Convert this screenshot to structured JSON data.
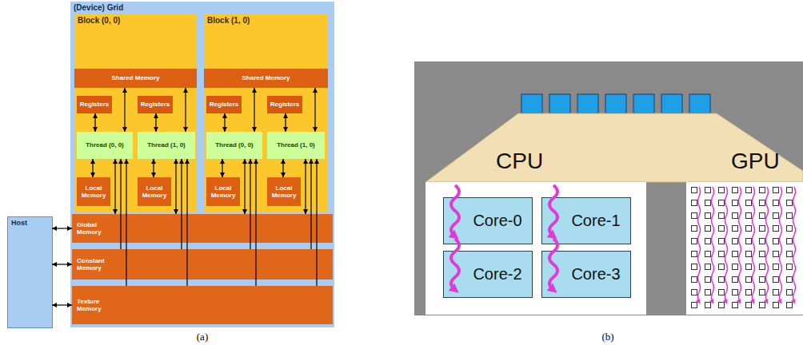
{
  "diagram": {
    "nodes": [
      {
        "text": [
          "(Device) Grid"
        ]
      },
      {
        "text": [
          "Block (0, 0)"
        ],
        "in": 0
      },
      {
        "text": [
          "Shared Memory"
        ],
        "in": 1
      },
      {
        "text": [
          "Registers"
        ],
        "in": 1
      },
      {
        "text": [
          "Registers"
        ],
        "in": 1
      },
      {
        "text": [
          "Thread (0, 0)"
        ],
        "in": 1
      },
      {
        "text": [
          "Thread (1, 0)"
        ],
        "in": 1
      },
      {
        "text": [
          "Local Memory"
        ],
        "in": 1
      },
      {
        "text": [
          "Local Memory"
        ],
        "in": 1
      },
      {
        "text": [
          "Block (1, 0)"
        ],
        "in": 0
      },
      {
        "text": [
          "Shared Memory"
        ],
        "in": 9
      },
      {
        "text": [
          "Registers"
        ],
        "in": 9
      },
      {
        "text": [
          "Registers"
        ],
        "in": 9
      },
      {
        "text": [
          "Thread (0, 0)"
        ],
        "in": 9
      },
      {
        "text": [
          "Thread (1, 0)"
        ],
        "in": 9
      },
      {
        "text": [
          "Local Memory"
        ],
        "in": 9
      },
      {
        "text": [
          "Local Memory"
        ],
        "in": 9
      },
      {
        "text": [
          "Global Memory"
        ],
        "in": 0
      },
      {
        "text": [
          "Constant Memory"
        ],
        "in": 0
      },
      {
        "text": [
          "Texture Memory"
        ],
        "in": 0
      },
      {
        "text": [
          "Host"
        ]
      },
      {
        "text": [
          "CPU"
        ]
      },
      {
        "text": [
          "Core-0"
        ],
        "in": 21
      },
      {
        "text": [
          "Core-1"
        ],
        "in": 21
      },
      {
        "text": [
          "Core-2"
        ],
        "in": 21
      },
      {
        "text": [
          "Core-3"
        ],
        "in": 21
      },
      {
        "text": [
          "GPU"
        ]
      }
    ],
    "edges": [
      {
        "from": 3,
        "to": 5,
        "arrow": "both"
      },
      {
        "from": 2,
        "to": 5,
        "arrow": "both"
      },
      {
        "from": 5,
        "to": 7,
        "arrow": "both"
      },
      {
        "from": 5,
        "to": 17,
        "arrow": "both"
      },
      {
        "from": 18,
        "to": 5,
        "arrow": "to"
      },
      {
        "from": 19,
        "to": 5,
        "arrow": "to"
      },
      {
        "from": 4,
        "to": 6,
        "arrow": "both"
      },
      {
        "from": 2,
        "to": 6,
        "arrow": "both"
      },
      {
        "from": 6,
        "to": 8,
        "arrow": "both"
      },
      {
        "from": 6,
        "to": 17,
        "arrow": "both"
      },
      {
        "from": 18,
        "to": 6,
        "arrow": "to"
      },
      {
        "from": 19,
        "to": 6,
        "arrow": "to"
      },
      {
        "from": 11,
        "to": 13,
        "arrow": "both"
      },
      {
        "from": 10,
        "to": 13,
        "arrow": "both"
      },
      {
        "from": 13,
        "to": 15,
        "arrow": "both"
      },
      {
        "from": 13,
        "to": 17,
        "arrow": "both"
      },
      {
        "from": 18,
        "to": 13,
        "arrow": "to"
      },
      {
        "from": 19,
        "to": 13,
        "arrow": "to"
      },
      {
        "from": 12,
        "to": 14,
        "arrow": "both"
      },
      {
        "from": 10,
        "to": 14,
        "arrow": "both"
      },
      {
        "from": 14,
        "to": 16,
        "arrow": "both"
      },
      {
        "from": 14,
        "to": 17,
        "arrow": "both"
      },
      {
        "from": 18,
        "to": 14,
        "arrow": "to"
      },
      {
        "from": 19,
        "to": 14,
        "arrow": "to"
      },
      {
        "from": 20,
        "to": 17,
        "arrow": "both"
      },
      {
        "from": 20,
        "to": 18,
        "arrow": "both"
      },
      {
        "from": 20,
        "to": 19,
        "arrow": "both"
      }
    ],
    "labels": [
      "(a)",
      "(b)"
    ]
  }
}
